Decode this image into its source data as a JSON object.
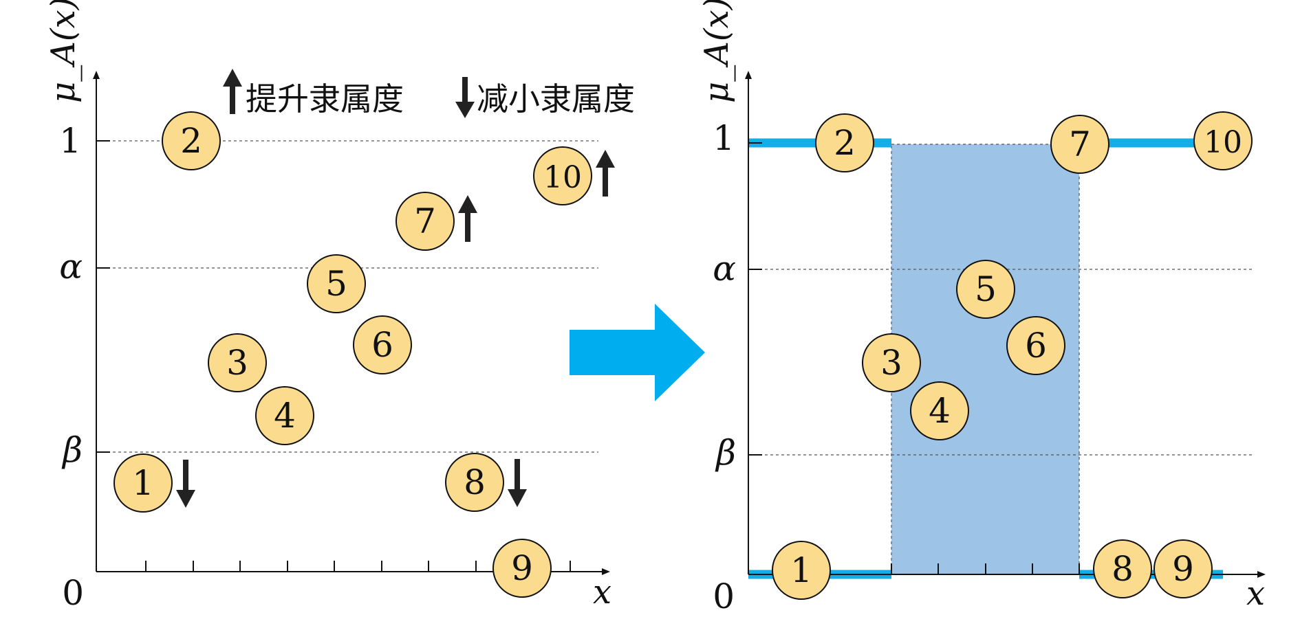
{
  "left_panel": {
    "y_axis_label": "μ_A(x)",
    "x_axis_label": "x",
    "y_ticks": [
      "1",
      "α",
      "β",
      "0"
    ],
    "legend": {
      "raise_text": "提升隶属度",
      "lower_text": "减小隶属度"
    },
    "nodes": [
      {
        "label": "1",
        "arrow": "down"
      },
      {
        "label": "2",
        "arrow": ""
      },
      {
        "label": "3",
        "arrow": ""
      },
      {
        "label": "4",
        "arrow": ""
      },
      {
        "label": "5",
        "arrow": ""
      },
      {
        "label": "6",
        "arrow": ""
      },
      {
        "label": "7",
        "arrow": "up"
      },
      {
        "label": "8",
        "arrow": "down"
      },
      {
        "label": "9",
        "arrow": ""
      },
      {
        "label": "10",
        "arrow": "up"
      }
    ]
  },
  "right_panel": {
    "y_axis_label": "μ_A(x)",
    "x_axis_label": "x",
    "y_ticks": [
      "1",
      "α",
      "β",
      "0"
    ],
    "nodes": [
      "1",
      "2",
      "3",
      "4",
      "5",
      "6",
      "7",
      "8",
      "9",
      "10"
    ]
  },
  "colors": {
    "node_fill": "#FBDC8E",
    "node_stroke": "#111111",
    "highlight_line": "#13AEE7",
    "region_fill": "#9DC3E6",
    "transform_arrow": "#00ADEF",
    "arrow_glyph": "#222222"
  }
}
